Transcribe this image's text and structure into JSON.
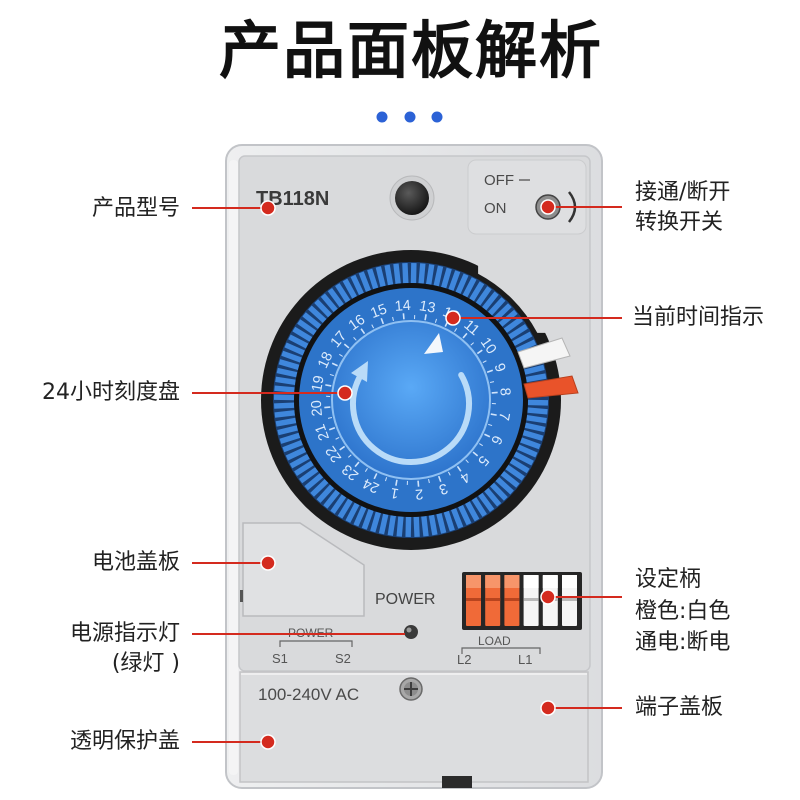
{
  "title": "产品面板解析",
  "device": {
    "model": "TB118N",
    "switch_off_label": "OFF",
    "switch_on_label": "ON",
    "dial_numbers": [
      "1",
      "2",
      "3",
      "4",
      "5",
      "6",
      "7",
      "8",
      "9",
      "10",
      "11",
      "12",
      "13",
      "14",
      "15",
      "16",
      "17",
      "18",
      "19",
      "20",
      "21",
      "22",
      "23",
      "24"
    ],
    "power_label": "POWER",
    "power_terminal_label": "POWER",
    "power_terminal_s1": "S1",
    "power_terminal_s2": "S2",
    "load_label": "LOAD",
    "load_terminal_l2": "L2",
    "load_terminal_l1": "L1",
    "voltage_label": "100-240V AC",
    "dip_switch_colors": [
      "orange",
      "orange",
      "orange",
      "white",
      "white",
      "white"
    ]
  },
  "callouts": {
    "model": "产品型号",
    "toggle_switch": [
      "接通/断开",
      "转换开关"
    ],
    "current_time": "当前时间指示",
    "dial": "24小时刻度盘",
    "battery_cover": "电池盖板",
    "power_led": [
      "电源指示灯",
      "(绿灯 )"
    ],
    "setting_pins": [
      "设定柄",
      "橙色:白色",
      "通电:断电"
    ],
    "terminal_cover": "端子盖板",
    "protective_cover": "透明保护盖"
  },
  "colors": {
    "title": "#111111",
    "title_dots": "#2c62d6",
    "callout_red": "#d42a1e",
    "dial_blue": "#2d74c9",
    "dial_teeth": "#3f87dc",
    "pin_orange": "#f06a38",
    "pin_white": "#f5f5f5",
    "panel_gray": "#d9dadc"
  }
}
